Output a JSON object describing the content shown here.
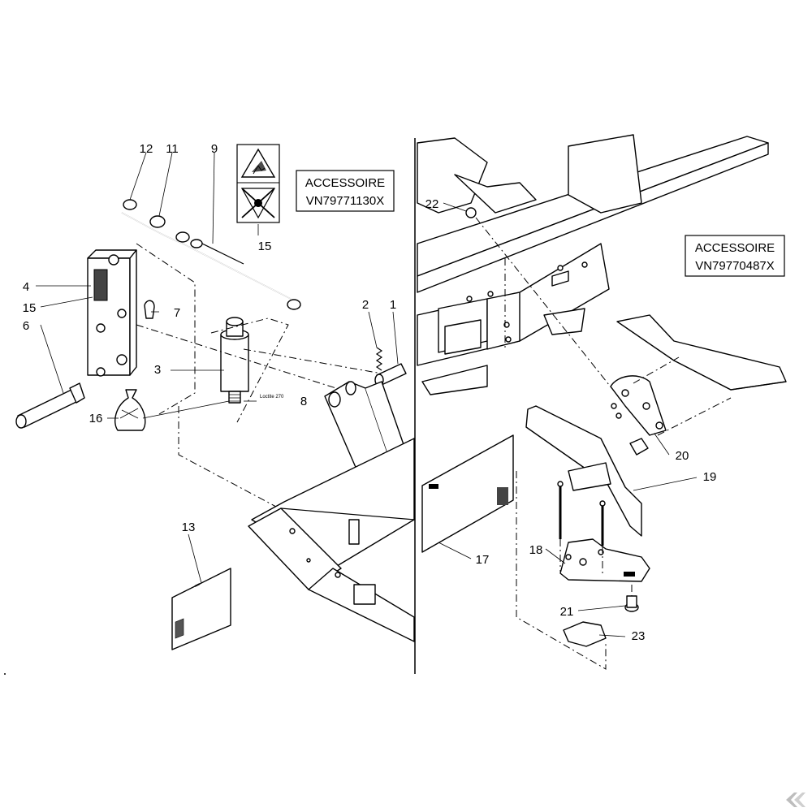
{
  "left_panel": {
    "accessory_box": {
      "line1": "ACCESSOIRE",
      "line2": "VN79771130X"
    },
    "callouts": [
      "12",
      "11",
      "9",
      "15",
      "4",
      "15",
      "7",
      "6",
      "3",
      "16",
      "2",
      "1",
      "8",
      "13"
    ],
    "loctite_label": "Loctite 270"
  },
  "right_panel": {
    "accessory_box": {
      "line1": "ACCESSOIRE",
      "line2": "VN79770487X"
    },
    "callouts": [
      "22",
      "20",
      "19",
      "18",
      "17",
      "21",
      "23"
    ]
  },
  "colors": {
    "line": "#000000",
    "background": "#ffffff",
    "logo": "#bdbdbd"
  },
  "icons": [
    "warning-triangle-icon",
    "prohibition-sign-icon",
    "logo-mark-icon"
  ]
}
